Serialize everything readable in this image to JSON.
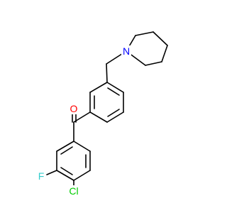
{
  "atoms": {
    "oxygen": {
      "label": "O",
      "color": "#FF0000"
    },
    "nitrogen": {
      "label": "N",
      "color": "#0000FF"
    },
    "fluorine": {
      "label": "F",
      "color": "#33CCCC"
    },
    "chlorine": {
      "label": "Cl",
      "color": "#00CC00"
    }
  }
}
